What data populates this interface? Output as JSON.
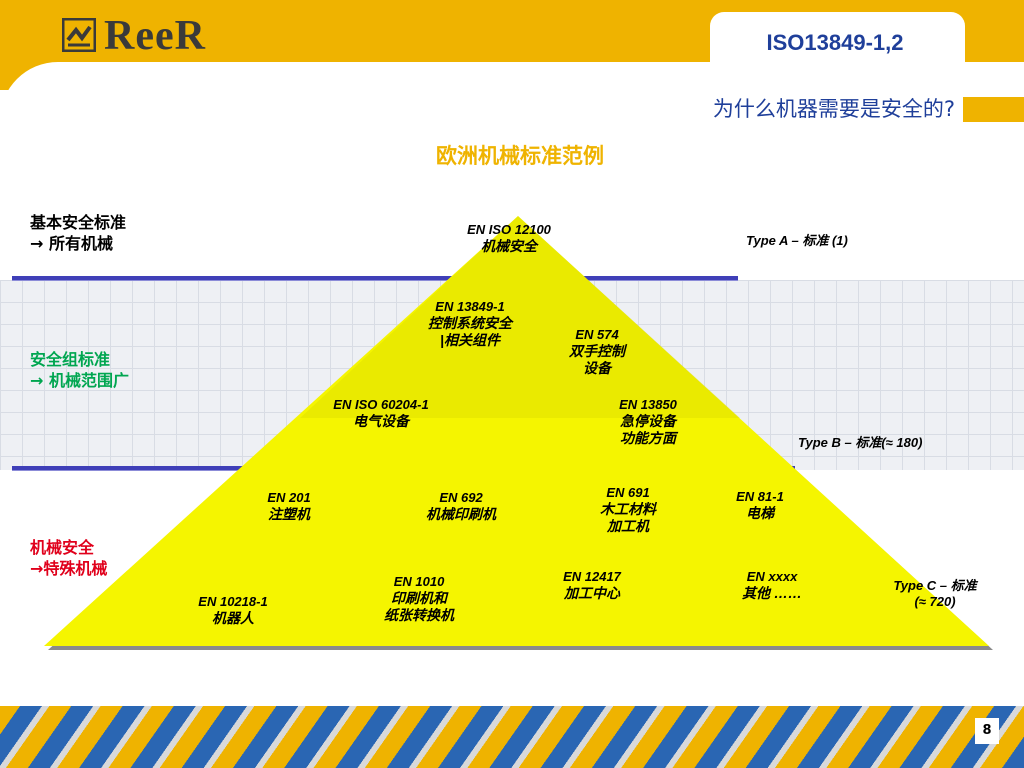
{
  "header": {
    "logo_text": "ReeR",
    "tab_title": "ISO13849-1,2",
    "question": "为什么机器需要是安全的?",
    "subtitle": "欧洲机械标准范例"
  },
  "categories": {
    "basic": {
      "line1": "基本安全标准",
      "line2": "→ 所有机械",
      "color": "#000000"
    },
    "group": {
      "line1": "安全组标准",
      "line2": "→ 机械范围广",
      "color": "#00a650"
    },
    "machine": {
      "line1": "机械安全",
      "line2": "→特殊机械",
      "color": "#e0001b"
    }
  },
  "types": {
    "a": "Type A – 标准 (1)",
    "b": "Type B – 标准(≈ 180)",
    "c1": "Type C – 标准",
    "c2": "(≈ 720)"
  },
  "nodes": {
    "iso12100": {
      "num": "EN ISO 12100",
      "name": "机械安全"
    },
    "en13849": {
      "num": "EN 13849-1",
      "name1": "控制系统安全",
      "name2": "|相关组件"
    },
    "en574": {
      "num": "EN 574",
      "name1": "双手控制",
      "name2": "设备"
    },
    "iso60204": {
      "num": "EN ISO 60204-1",
      "name": "电气设备"
    },
    "en13850": {
      "num": "EN 13850",
      "name1": "急停设备",
      "name2": "功能方面"
    },
    "en201": {
      "num": "EN 201",
      "name": "注塑机"
    },
    "en692": {
      "num": "EN 692",
      "name": "机械印刷机"
    },
    "en691": {
      "num": "EN 691",
      "name1": "木工材料",
      "name2": "加工机"
    },
    "en81": {
      "num": "EN 81-1",
      "name": "电梯"
    },
    "en10218": {
      "num": "EN 10218-1",
      "name": "机器人"
    },
    "en1010": {
      "num": "EN 1010",
      "name1": "印刷机和",
      "name2": "纸张转换机"
    },
    "en12417": {
      "num": "EN 12417",
      "name": "加工中心"
    },
    "enxxxx": {
      "num": "EN xxxx",
      "name": "其他 ……"
    }
  },
  "footer": {
    "page": "8"
  },
  "colors": {
    "brand_yellow": "#efb300",
    "brand_blue": "#1f3f9a",
    "pyramid": "#f5f500"
  }
}
